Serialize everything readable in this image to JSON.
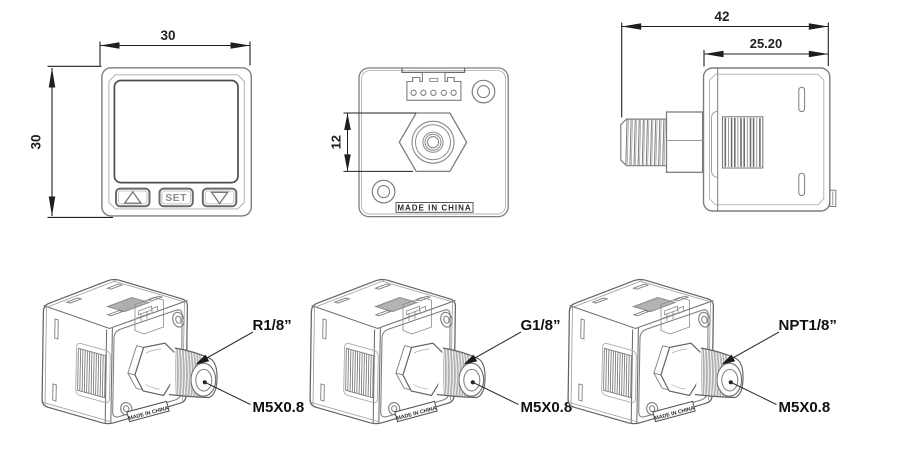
{
  "document": {
    "type": "technical-drawing",
    "subject": "digital pressure sensor dimensions",
    "background": "#ffffff",
    "line_color": "#7d7d7d",
    "dimension_color": "#1f1f1f"
  },
  "views": {
    "front": {
      "dim_width": "30",
      "dim_height": "30",
      "set_button_label": "SET"
    },
    "rear": {
      "dim_port_hex": "12",
      "origin_label": "MADE IN CHINA"
    },
    "side": {
      "dim_overall_depth": "42",
      "dim_body_depth": "25.20"
    }
  },
  "iso_views": [
    {
      "thread_label": "R1/8”",
      "port_thread_label": "M5X0.8",
      "origin_label": "MADE IN CHINA"
    },
    {
      "thread_label": "G1/8”",
      "port_thread_label": "M5X0.8",
      "origin_label": "MADE IN CHINA"
    },
    {
      "thread_label": "NPT1/8”",
      "port_thread_label": "M5X0.8",
      "origin_label": "MADE IN CHINA"
    }
  ]
}
